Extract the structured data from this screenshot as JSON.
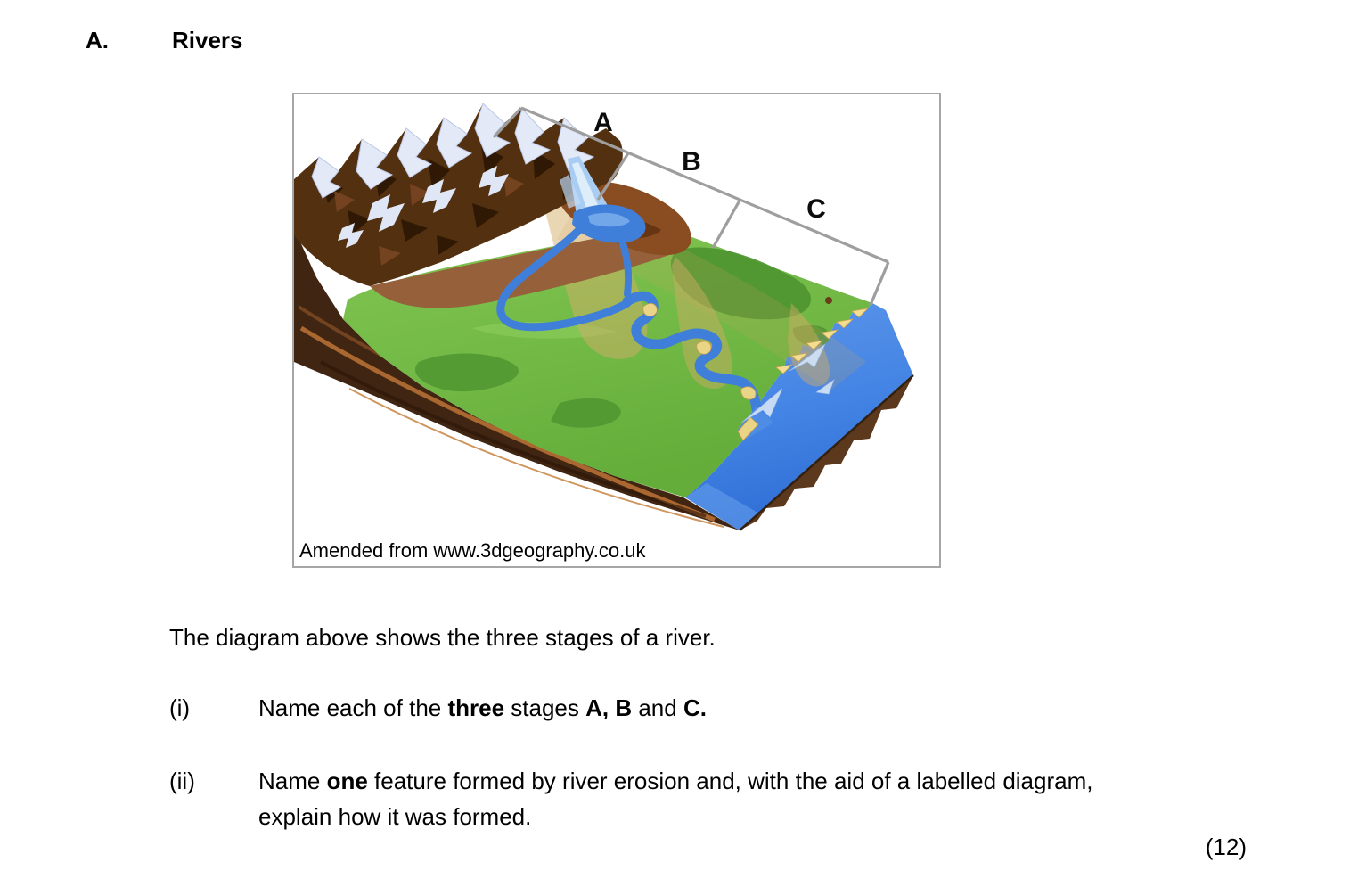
{
  "page": {
    "section": {
      "letter": "A.",
      "title": "Rivers"
    },
    "marks": "(12)"
  },
  "figure": {
    "caption": "Amended from www.3dgeography.co.uk",
    "stage_labels": [
      "A",
      "B",
      "C"
    ],
    "palette": {
      "frame_border": "#a6a6a6",
      "bracket_gray": "#9e9e9e",
      "mountain_brown": "#53300f",
      "rock_dark": "#2f1804",
      "snow": "#e3e9f7",
      "grass": "#74ba46",
      "grass_dark": "#4e9330",
      "river_blue": "#3f7fd9",
      "sea_blue": "#4a87e4",
      "seabed_brown": "#5c381c",
      "strata_light": "#b06c33",
      "sand": "#ead587",
      "fan_tan": "#d3ad67"
    }
  },
  "body": {
    "intro": "The diagram above shows the three stages of a river.",
    "questions": [
      {
        "num": "(i)",
        "lines": [
          [
            {
              "text": "Name each of the "
            },
            {
              "text": "three",
              "bold": true
            },
            {
              "text": " stages "
            },
            {
              "text": "A,",
              "bold": true
            },
            {
              "text": " "
            },
            {
              "text": "B",
              "bold": true
            },
            {
              "text": " and "
            },
            {
              "text": "C.",
              "bold": true
            }
          ]
        ]
      },
      {
        "num": "(ii)",
        "lines": [
          [
            {
              "text": "Name "
            },
            {
              "text": "one",
              "bold": true
            },
            {
              "text": " feature formed by river erosion and, with the aid of a labelled diagram,"
            }
          ],
          [
            {
              "text": "explain how it was formed."
            }
          ]
        ]
      }
    ]
  }
}
